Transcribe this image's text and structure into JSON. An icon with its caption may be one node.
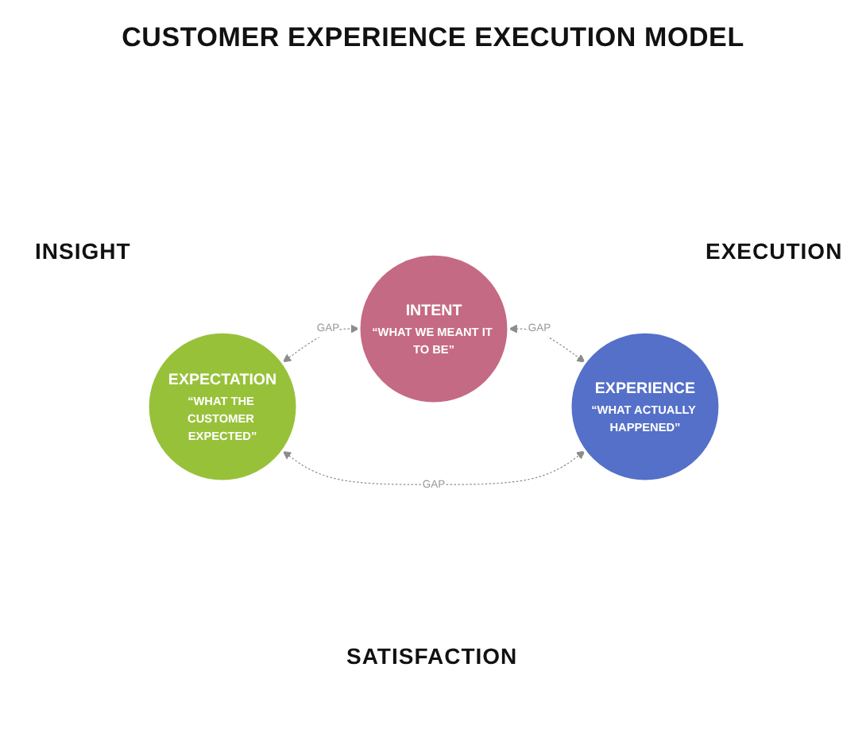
{
  "diagram": {
    "title": "CUSTOMER EXPERIENCE EXECUTION MODEL",
    "nodes": [
      {
        "text": [
          "INTENT",
          "“WHAT WE MEANT IT TO BE”"
        ]
      },
      {
        "text": [
          "EXPECTATION",
          "“WHAT THE CUSTOMER EXPECTED”"
        ]
      },
      {
        "text": [
          "EXPERIENCE",
          "“WHAT ACTUALLY HAPPENED”"
        ]
      }
    ],
    "edges": [
      {
        "from": 1,
        "to": 0,
        "arrow": "both",
        "label": "GAP",
        "style": "dashed"
      },
      {
        "from": 0,
        "to": 2,
        "arrow": "both",
        "label": "GAP",
        "style": "dashed"
      },
      {
        "from": 1,
        "to": 2,
        "arrow": "both",
        "label": "GAP",
        "style": "dashed"
      }
    ],
    "labels": [
      "INSIGHT",
      "EXECUTION",
      "SATISFACTION"
    ]
  }
}
